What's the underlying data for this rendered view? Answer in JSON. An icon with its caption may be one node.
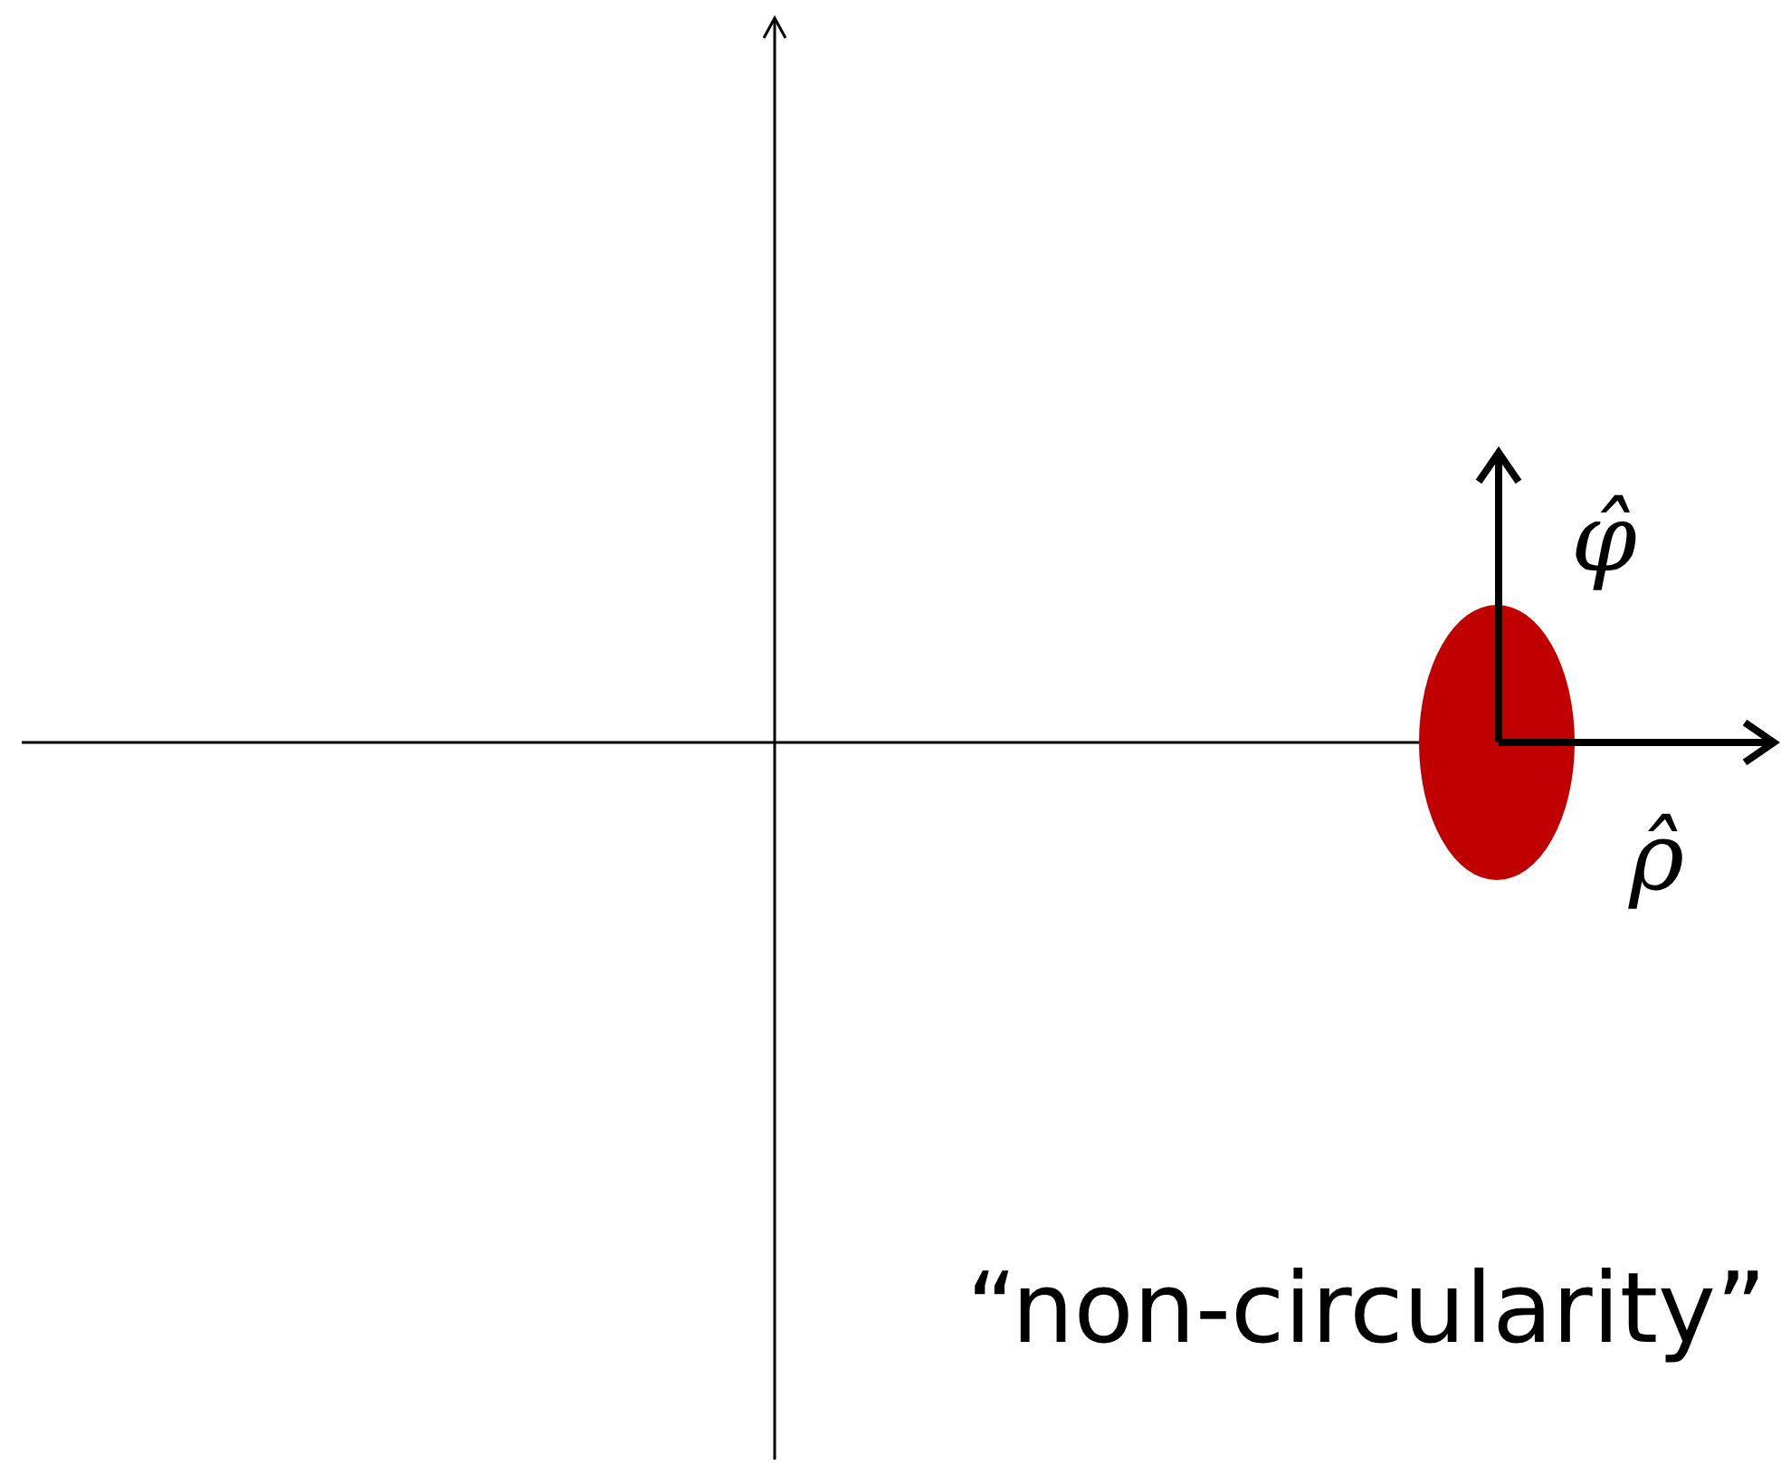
{
  "diagram": {
    "nodes": [
      {
        "text": [],
        "shape": "circle"
      }
    ],
    "labels": [
      "φ̂",
      "ρ̂",
      "“non-circularity”"
    ]
  }
}
